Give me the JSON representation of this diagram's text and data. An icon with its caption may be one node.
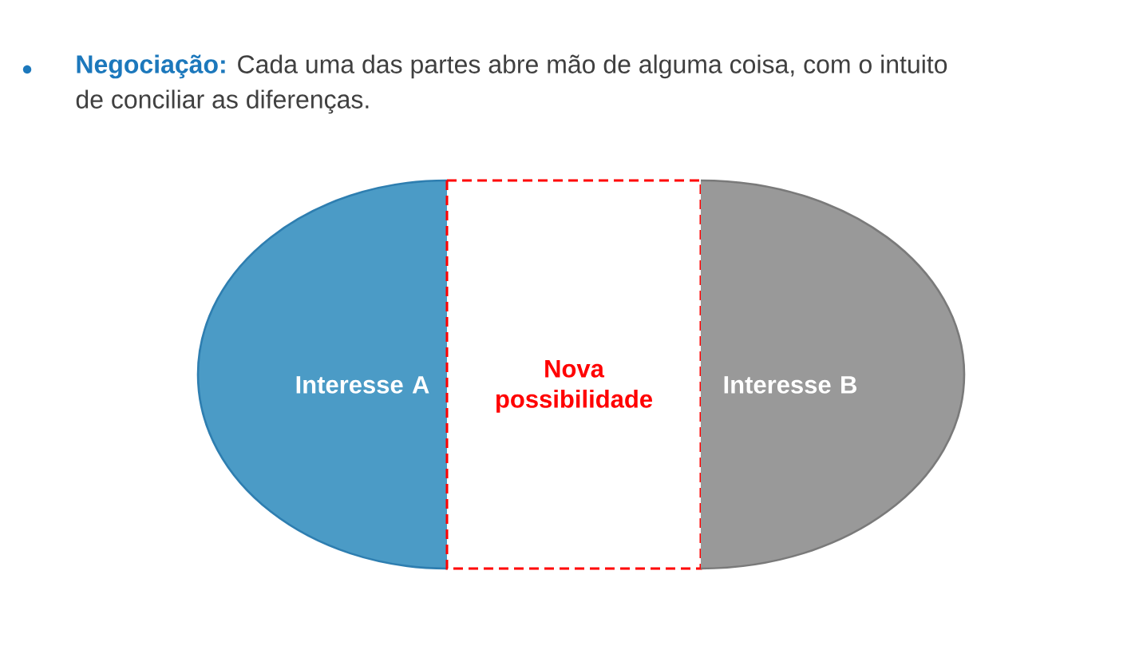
{
  "diagram": {
    "title": "**Negociação:** Cada uma das partes abre mão de alguma coisa, com o intuito de conciliar as diferenças.",
    "nodes": [
      {
        "text": [
          "Interesse A"
        ]
      },
      {
        "text": [
          "Nova possibilidade"
        ]
      },
      {
        "text": [
          "Interesse B"
        ]
      }
    ]
  }
}
